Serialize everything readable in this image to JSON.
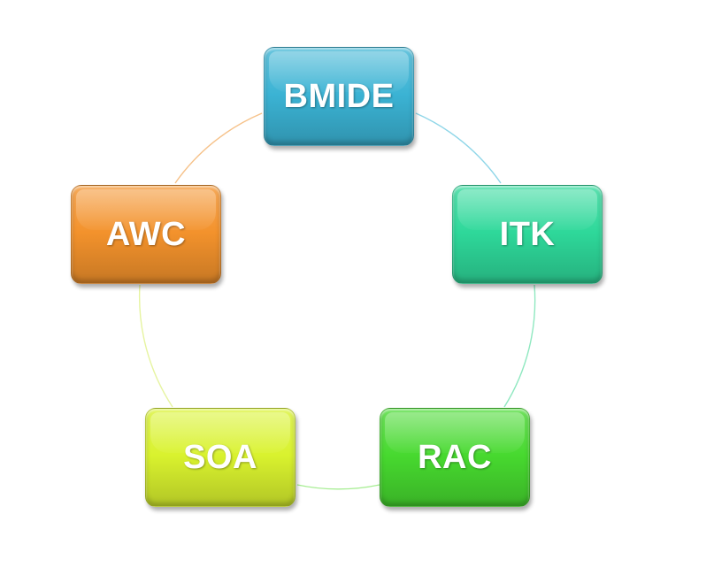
{
  "diagram": {
    "type": "cycle",
    "nodes": [
      {
        "id": "bmide",
        "label": "BMIDE",
        "color": "#3bb3d4"
      },
      {
        "id": "itk",
        "label": "ITK",
        "color": "#2ed89a"
      },
      {
        "id": "rac",
        "label": "RAC",
        "color": "#47d92f"
      },
      {
        "id": "soa",
        "label": "SOA",
        "color": "#d9f22e"
      },
      {
        "id": "awc",
        "label": "AWC",
        "color": "#f3922c"
      }
    ],
    "connector_colors": {
      "bmide_itk": "#8fd6e8",
      "itk_rac": "#8fe8c0",
      "rac_soa": "#a8ee94",
      "soa_awc": "#e6f4a0",
      "awc_bmide": "#f6c28a"
    }
  }
}
